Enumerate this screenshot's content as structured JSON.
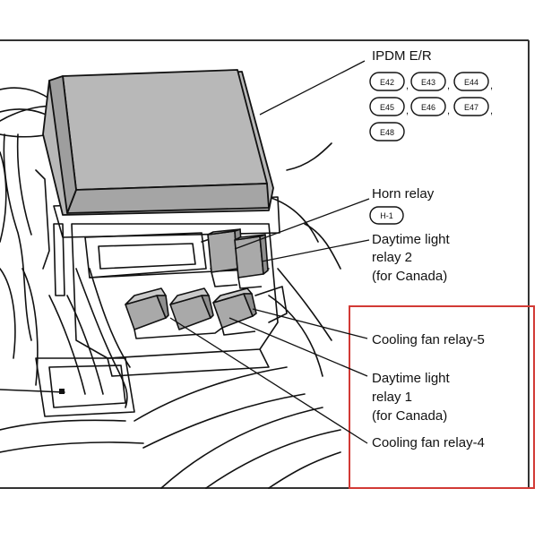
{
  "diagram": {
    "ipdm": {
      "title": "IPDM E/R",
      "connectors": [
        "E42",
        "E43",
        "E44",
        "E45",
        "E46",
        "E47",
        "E48"
      ],
      "separators": [
        ",",
        ",",
        ",",
        ",",
        ",",
        ","
      ]
    },
    "horn": {
      "label": "Horn relay",
      "connector": "H-1"
    },
    "daytime2": {
      "line1": "Daytime light",
      "line2": "relay 2",
      "line3": "(for Canada)"
    },
    "cooling5": {
      "label": "Cooling fan relay-5"
    },
    "daytime1": {
      "line1": "Daytime light",
      "line2": "relay 1",
      "line3": "(for Canada)"
    },
    "cooling4": {
      "label": "Cooling fan relay-4"
    },
    "colors": {
      "highlight_box": "#d23a35",
      "cover_fill": "#b8b8b8",
      "relay_fill": "#a9a9a9",
      "line": "#111111"
    }
  }
}
